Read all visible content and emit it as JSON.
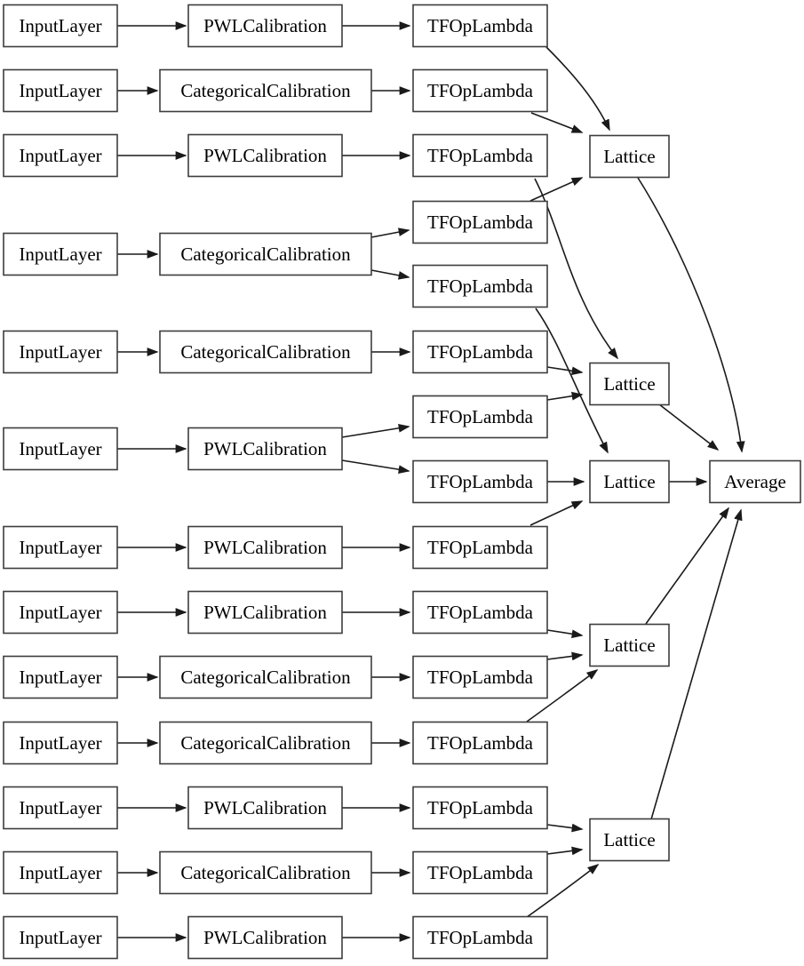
{
  "diagram": {
    "kind": "keras-model-graph",
    "style": {
      "background": "#ffffff",
      "box_fill": "#ffffff",
      "box_border": "#3d3d3d",
      "edge_color": "#1a1a1a",
      "text_color": "#000000"
    },
    "nodes": [
      {
        "id": "input-1",
        "label": "InputLayer"
      },
      {
        "id": "input-2",
        "label": "InputLayer"
      },
      {
        "id": "input-3",
        "label": "InputLayer"
      },
      {
        "id": "input-4",
        "label": "InputLayer"
      },
      {
        "id": "input-5",
        "label": "InputLayer"
      },
      {
        "id": "input-6",
        "label": "InputLayer"
      },
      {
        "id": "input-7",
        "label": "InputLayer"
      },
      {
        "id": "input-8",
        "label": "InputLayer"
      },
      {
        "id": "input-9",
        "label": "InputLayer"
      },
      {
        "id": "input-10",
        "label": "InputLayer"
      },
      {
        "id": "input-11",
        "label": "InputLayer"
      },
      {
        "id": "input-12",
        "label": "InputLayer"
      },
      {
        "id": "input-13",
        "label": "InputLayer"
      },
      {
        "id": "calib-1",
        "label": "PWLCalibration"
      },
      {
        "id": "calib-2",
        "label": "CategoricalCalibration"
      },
      {
        "id": "calib-3",
        "label": "PWLCalibration"
      },
      {
        "id": "calib-4",
        "label": "CategoricalCalibration"
      },
      {
        "id": "calib-5",
        "label": "CategoricalCalibration"
      },
      {
        "id": "calib-6",
        "label": "PWLCalibration"
      },
      {
        "id": "calib-7",
        "label": "PWLCalibration"
      },
      {
        "id": "calib-8",
        "label": "PWLCalibration"
      },
      {
        "id": "calib-9",
        "label": "CategoricalCalibration"
      },
      {
        "id": "calib-10",
        "label": "CategoricalCalibration"
      },
      {
        "id": "calib-11",
        "label": "PWLCalibration"
      },
      {
        "id": "calib-12",
        "label": "CategoricalCalibration"
      },
      {
        "id": "calib-13",
        "label": "PWLCalibration"
      },
      {
        "id": "tfop-1",
        "label": "TFOpLambda"
      },
      {
        "id": "tfop-2",
        "label": "TFOpLambda"
      },
      {
        "id": "tfop-3",
        "label": "TFOpLambda"
      },
      {
        "id": "tfop-4a",
        "label": "TFOpLambda"
      },
      {
        "id": "tfop-4b",
        "label": "TFOpLambda"
      },
      {
        "id": "tfop-5",
        "label": "TFOpLambda"
      },
      {
        "id": "tfop-6a",
        "label": "TFOpLambda"
      },
      {
        "id": "tfop-6b",
        "label": "TFOpLambda"
      },
      {
        "id": "tfop-7",
        "label": "TFOpLambda"
      },
      {
        "id": "tfop-8",
        "label": "TFOpLambda"
      },
      {
        "id": "tfop-9",
        "label": "TFOpLambda"
      },
      {
        "id": "tfop-10",
        "label": "TFOpLambda"
      },
      {
        "id": "tfop-11",
        "label": "TFOpLambda"
      },
      {
        "id": "tfop-12",
        "label": "TFOpLambda"
      },
      {
        "id": "tfop-13",
        "label": "TFOpLambda"
      },
      {
        "id": "lattice-1",
        "label": "Lattice"
      },
      {
        "id": "lattice-2",
        "label": "Lattice"
      },
      {
        "id": "lattice-3",
        "label": "Lattice"
      },
      {
        "id": "lattice-4",
        "label": "Lattice"
      },
      {
        "id": "lattice-5",
        "label": "Lattice"
      },
      {
        "id": "average",
        "label": "Average"
      }
    ],
    "edges": [
      {
        "from": "input-1",
        "to": "calib-1"
      },
      {
        "from": "input-2",
        "to": "calib-2"
      },
      {
        "from": "input-3",
        "to": "calib-3"
      },
      {
        "from": "input-4",
        "to": "calib-4"
      },
      {
        "from": "input-5",
        "to": "calib-5"
      },
      {
        "from": "input-6",
        "to": "calib-6"
      },
      {
        "from": "input-7",
        "to": "calib-7"
      },
      {
        "from": "input-8",
        "to": "calib-8"
      },
      {
        "from": "input-9",
        "to": "calib-9"
      },
      {
        "from": "input-10",
        "to": "calib-10"
      },
      {
        "from": "input-11",
        "to": "calib-11"
      },
      {
        "from": "input-12",
        "to": "calib-12"
      },
      {
        "from": "input-13",
        "to": "calib-13"
      },
      {
        "from": "calib-1",
        "to": "tfop-1"
      },
      {
        "from": "calib-2",
        "to": "tfop-2"
      },
      {
        "from": "calib-3",
        "to": "tfop-3"
      },
      {
        "from": "calib-4",
        "to": "tfop-4a"
      },
      {
        "from": "calib-4",
        "to": "tfop-4b"
      },
      {
        "from": "calib-5",
        "to": "tfop-5"
      },
      {
        "from": "calib-6",
        "to": "tfop-6a"
      },
      {
        "from": "calib-6",
        "to": "tfop-6b"
      },
      {
        "from": "calib-7",
        "to": "tfop-7"
      },
      {
        "from": "calib-8",
        "to": "tfop-8"
      },
      {
        "from": "calib-9",
        "to": "tfop-9"
      },
      {
        "from": "calib-10",
        "to": "tfop-10"
      },
      {
        "from": "calib-11",
        "to": "tfop-11"
      },
      {
        "from": "calib-12",
        "to": "tfop-12"
      },
      {
        "from": "calib-13",
        "to": "tfop-13"
      },
      {
        "from": "tfop-1",
        "to": "lattice-1"
      },
      {
        "from": "tfop-2",
        "to": "lattice-1"
      },
      {
        "from": "tfop-4a",
        "to": "lattice-1"
      },
      {
        "from": "tfop-3",
        "to": "lattice-2"
      },
      {
        "from": "tfop-5",
        "to": "lattice-2"
      },
      {
        "from": "tfop-6a",
        "to": "lattice-2"
      },
      {
        "from": "tfop-4b",
        "to": "lattice-3"
      },
      {
        "from": "tfop-6b",
        "to": "lattice-3"
      },
      {
        "from": "tfop-7",
        "to": "lattice-3"
      },
      {
        "from": "tfop-8",
        "to": "lattice-4"
      },
      {
        "from": "tfop-9",
        "to": "lattice-4"
      },
      {
        "from": "tfop-10",
        "to": "lattice-4"
      },
      {
        "from": "tfop-11",
        "to": "lattice-5"
      },
      {
        "from": "tfop-12",
        "to": "lattice-5"
      },
      {
        "from": "tfop-13",
        "to": "lattice-5"
      },
      {
        "from": "lattice-1",
        "to": "average"
      },
      {
        "from": "lattice-2",
        "to": "average"
      },
      {
        "from": "lattice-3",
        "to": "average"
      },
      {
        "from": "lattice-4",
        "to": "average"
      },
      {
        "from": "lattice-5",
        "to": "average"
      }
    ]
  }
}
